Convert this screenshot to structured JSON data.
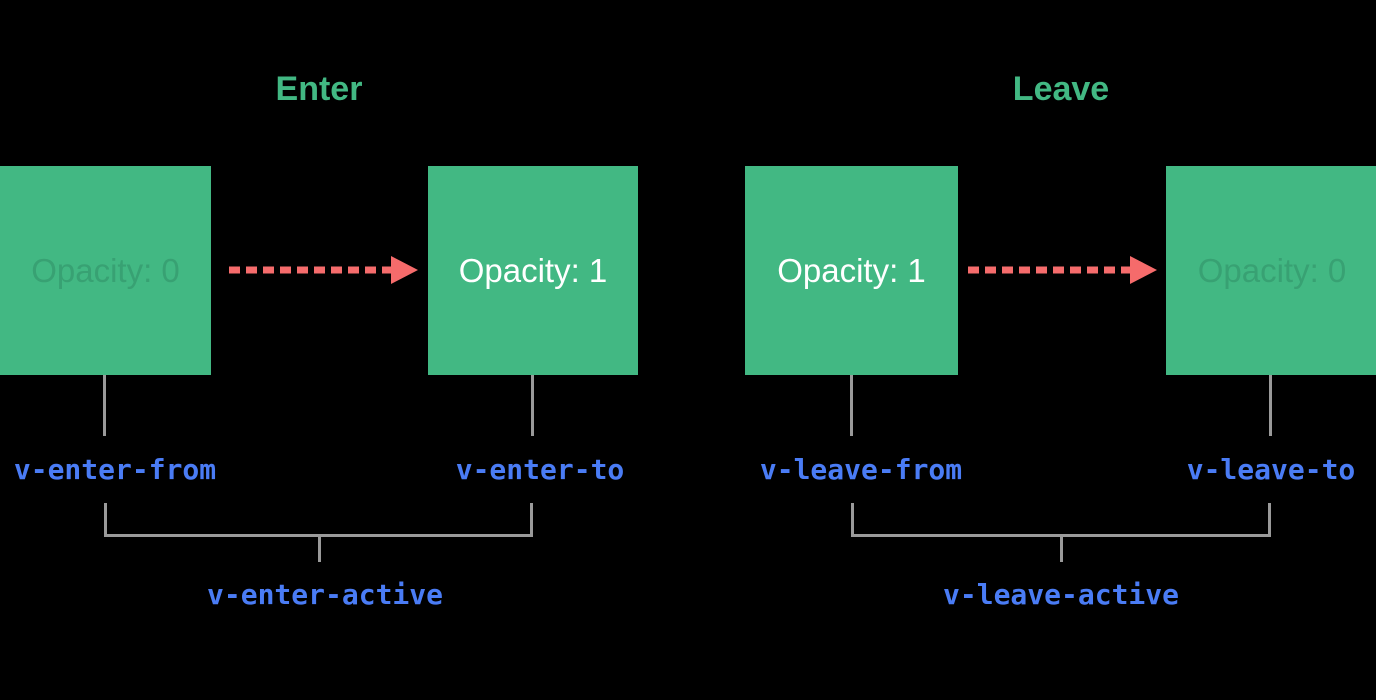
{
  "colors": {
    "background": "#000000",
    "box_green": "#42b883",
    "title_green": "#42b883",
    "dim_text_green": "#38a173",
    "bright_text": "#ffffff",
    "arrow_red": "#f56b6b",
    "line_gray": "#9a9a9a",
    "label_blue": "#4a7cf5"
  },
  "groups": [
    {
      "title": "Enter",
      "from_box_label": "Opacity: 0",
      "to_box_label": "Opacity: 1",
      "from_class": "v-enter-from",
      "to_class": "v-enter-to",
      "active_class": "v-enter-active"
    },
    {
      "title": "Leave",
      "from_box_label": "Opacity: 1",
      "to_box_label": "Opacity: 0",
      "from_class": "v-leave-from",
      "to_class": "v-leave-to",
      "active_class": "v-leave-active"
    }
  ]
}
